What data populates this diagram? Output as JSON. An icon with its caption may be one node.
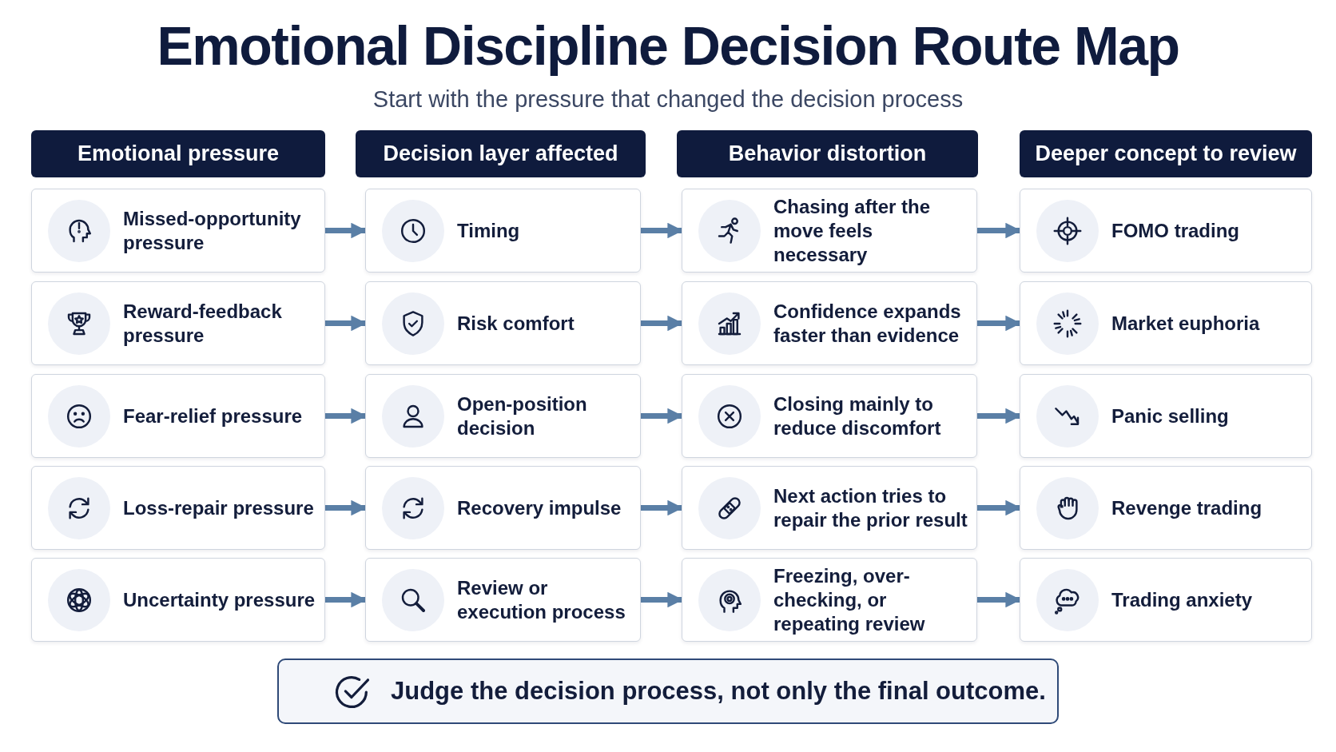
{
  "diagram": {
    "title": "Emotional Discipline Decision Route Map",
    "nodes": [
      {
        "text": [
          "Emotional pressure"
        ]
      },
      {
        "text": [
          "Decision layer affected"
        ]
      },
      {
        "text": [
          "Behavior distortion"
        ]
      },
      {
        "text": [
          "Deeper concept to review"
        ]
      },
      {
        "text": [
          "Missed-opportunity pressure"
        ]
      },
      {
        "text": [
          "Timing"
        ]
      },
      {
        "text": [
          "Chasing after the move feels necessary"
        ]
      },
      {
        "text": [
          "FOMO trading"
        ]
      },
      {
        "text": [
          "Reward-feedback pressure"
        ]
      },
      {
        "text": [
          "Risk comfort"
        ]
      },
      {
        "text": [
          "Confidence expands faster than evidence"
        ]
      },
      {
        "text": [
          "Market euphoria"
        ]
      },
      {
        "text": [
          "Fear-relief pressure"
        ]
      },
      {
        "text": [
          "Open-position decision"
        ]
      },
      {
        "text": [
          "Closing mainly to reduce discomfort"
        ]
      },
      {
        "text": [
          "Panic selling"
        ]
      },
      {
        "text": [
          "Loss-repair pressure"
        ]
      },
      {
        "text": [
          "Recovery impulse"
        ]
      },
      {
        "text": [
          "Next action tries to repair the prior result"
        ]
      },
      {
        "text": [
          "Revenge trading"
        ]
      },
      {
        "text": [
          "Uncertainty pressure"
        ]
      },
      {
        "text": [
          "Review or execution process"
        ]
      },
      {
        "text": [
          "Freezing, over-checking, or repeating review"
        ]
      },
      {
        "text": [
          "Trading anxiety"
        ]
      },
      {
        "text": [
          "Judge the decision process, not only the final outcome."
        ]
      }
    ],
    "edges": [
      {
        "from": 4,
        "to": 5,
        "arrow": "to"
      },
      {
        "from": 5,
        "to": 6,
        "arrow": "to"
      },
      {
        "from": 6,
        "to": 7,
        "arrow": "to"
      },
      {
        "from": 8,
        "to": 9,
        "arrow": "to"
      },
      {
        "from": 9,
        "to": 10,
        "arrow": "to"
      },
      {
        "from": 10,
        "to": 11,
        "arrow": "to"
      },
      {
        "from": 12,
        "to": 13,
        "arrow": "to"
      },
      {
        "from": 13,
        "to": 14,
        "arrow": "to"
      },
      {
        "from": 14,
        "to": 15,
        "arrow": "to"
      },
      {
        "from": 16,
        "to": 17,
        "arrow": "to"
      },
      {
        "from": 17,
        "to": 18,
        "arrow": "to"
      },
      {
        "from": 18,
        "to": 19,
        "arrow": "to"
      },
      {
        "from": 20,
        "to": 21,
        "arrow": "to"
      },
      {
        "from": 21,
        "to": 22,
        "arrow": "to"
      },
      {
        "from": 22,
        "to": 23,
        "arrow": "to"
      }
    ],
    "labels": [
      "Start with the pressure that changed the decision process"
    ]
  }
}
